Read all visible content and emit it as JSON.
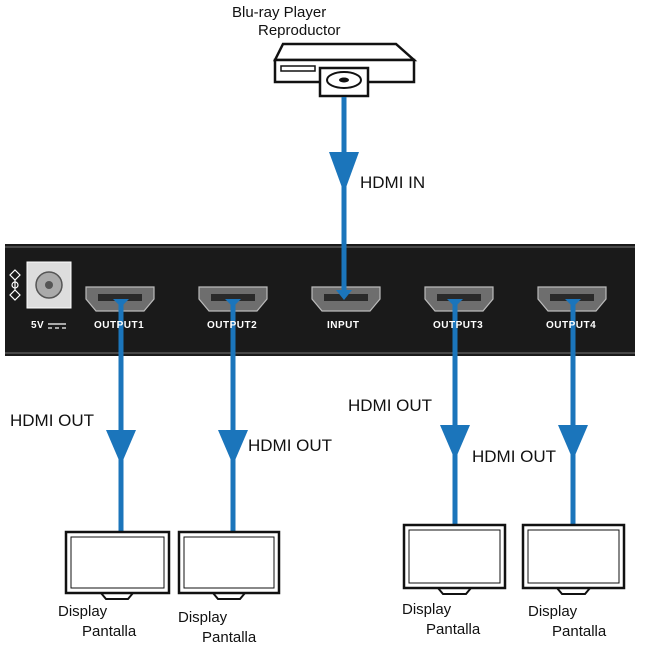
{
  "source": {
    "name_line1": "Blu-ray Player",
    "name_line2": "Reproductor",
    "connection_label": "HDMI IN"
  },
  "splitter": {
    "power_label": "5V",
    "ports": {
      "output1": "OUTPUT1",
      "output2": "OUTPUT2",
      "input": "INPUT",
      "output3": "OUTPUT3",
      "output4": "OUTPUT4"
    }
  },
  "outputs": {
    "connection_label": "HDMI OUT"
  },
  "displays": {
    "name_line1": "Display",
    "name_line2": "Pantalla"
  },
  "colors": {
    "cable": "#1b75bb",
    "device_body": "#1a1a1a",
    "port": "#6e6e6e"
  }
}
